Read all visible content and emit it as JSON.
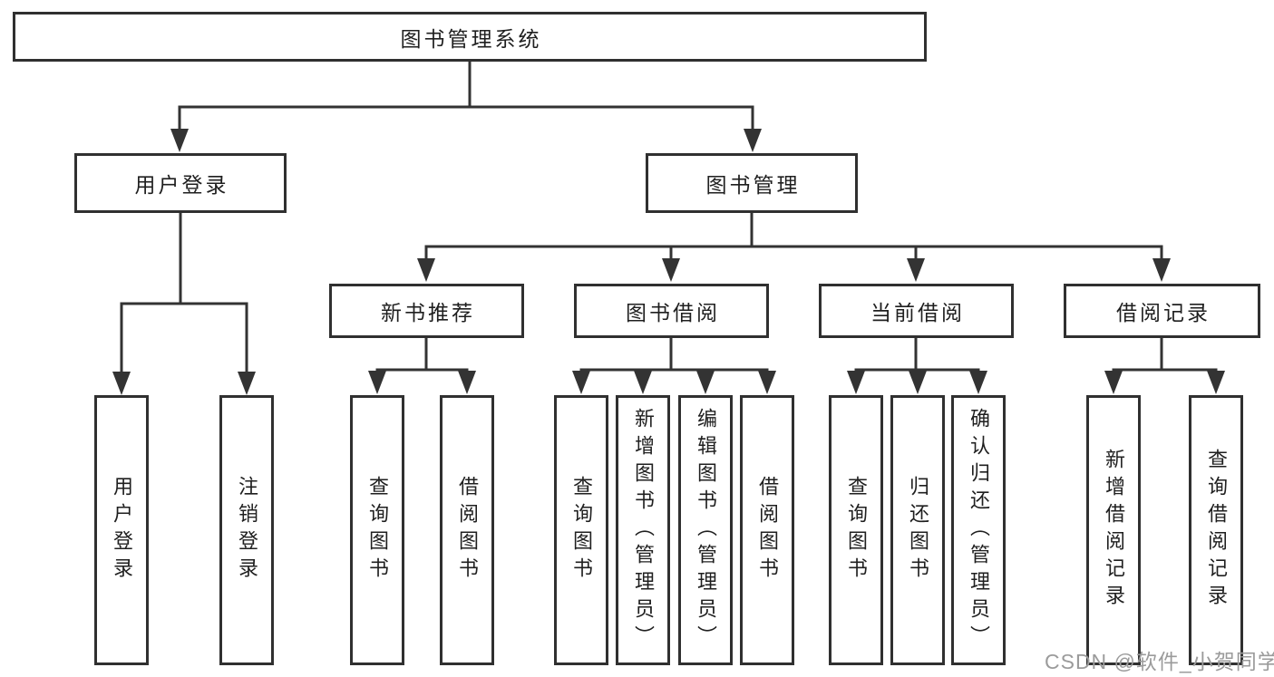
{
  "diagram": {
    "title_node": {
      "label": "图书管理系统"
    },
    "level2": [
      {
        "label": "用户登录"
      },
      {
        "label": "图书管理"
      }
    ],
    "level3": [
      {
        "label": "新书推荐"
      },
      {
        "label": "图书借阅"
      },
      {
        "label": "当前借阅"
      },
      {
        "label": "借阅记录"
      }
    ],
    "leaves": [
      {
        "label": "用户登录"
      },
      {
        "label": "注销登录"
      },
      {
        "label": "查询图书"
      },
      {
        "label": "借阅图书"
      },
      {
        "label": "查询图书"
      },
      {
        "label": "新增图书（管理员）"
      },
      {
        "label": "编辑图书（管理员）"
      },
      {
        "label": "借阅图书"
      },
      {
        "label": "查询图书"
      },
      {
        "label": "归还图书"
      },
      {
        "label": "确认归还（管理员）"
      },
      {
        "label": "新增借阅记录"
      },
      {
        "label": "查询借阅记录"
      }
    ],
    "watermark": "CSDN @软件_小贺同学",
    "colors": {
      "line": "#333333",
      "box_border": "#303030",
      "text": "#1f1f1f",
      "background": "#ffffff",
      "watermark": "#9b9b9b"
    }
  }
}
